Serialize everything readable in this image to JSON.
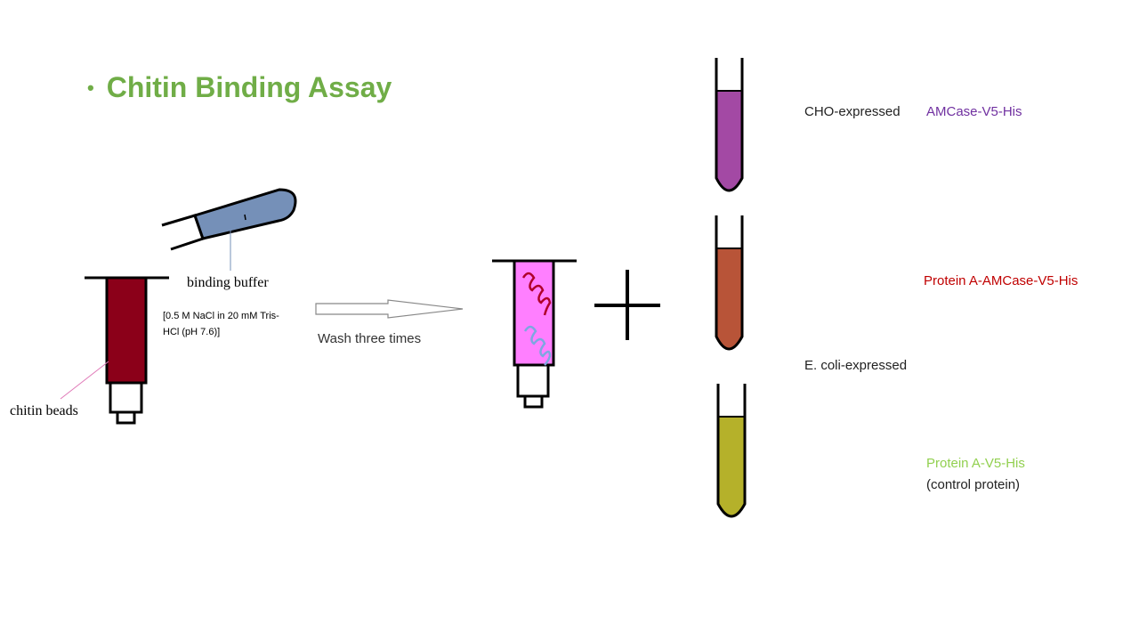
{
  "title": "Chitin Binding Assay",
  "bullet": "•",
  "labels": {
    "binding_buffer": "binding buffer",
    "buffer_composition_line1": "[0.5 M NaCl in 20 mM Tris-",
    "buffer_composition_line2": "HCl (pH 7.6)]",
    "chitin_beads": "chitin beads",
    "wash": "Wash three times",
    "cho_expressed": "CHO-expressed",
    "amcase_v5_his": "AMCase-V5-His",
    "protein_a_amcase": "Protein A-AMCase-V5-His",
    "ecoli_expressed": "E. coli-expressed",
    "protein_a_v5_his": "Protein A-V5-His",
    "control_protein": "(control protein)"
  },
  "colors": {
    "title": "#70ad47",
    "chitin_beads": "#8b0019",
    "binding_buffer_tube": "#7590b8",
    "washed_column": "#ff7fff",
    "tube_purple": "#a349a4",
    "tube_orange": "#b85438",
    "tube_yellow": "#b5b12a",
    "amcase_label": "#7030a0",
    "protein_a_amcase_label": "#c00000",
    "protein_a_v5_label": "#92d050",
    "coil_red": "#b0002a",
    "coil_blue": "#7ea6e0"
  },
  "icons": [
    "syringe-column-icon",
    "buffer-tube-icon",
    "arrow-right-icon",
    "plus-icon",
    "test-tube-icon",
    "protein-coil-icon"
  ]
}
